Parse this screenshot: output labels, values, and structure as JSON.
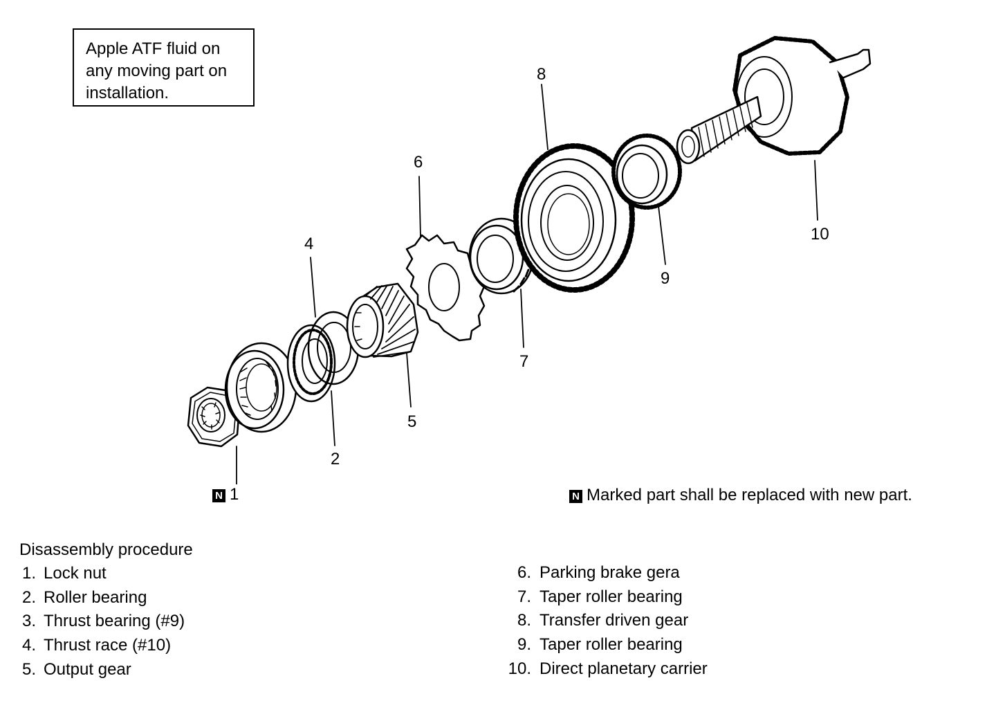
{
  "note": {
    "lines": [
      "Apple ATF fluid on",
      "any moving part on",
      "installation."
    ]
  },
  "callouts": {
    "c1": "1",
    "c2": "2",
    "c4": "4",
    "c5": "5",
    "c6": "6",
    "c7": "7",
    "c8": "8",
    "c9": "9",
    "c10": "10"
  },
  "new_part_badge": "N",
  "legend_text": "Marked part shall be replaced with new part.",
  "procedure": {
    "title": "Disassembly procedure",
    "items": [
      {
        "num": "1.",
        "label": "Lock nut"
      },
      {
        "num": "2.",
        "label": "Roller bearing"
      },
      {
        "num": "3.",
        "label": "Thrust bearing (#9)"
      },
      {
        "num": "4.",
        "label": "Thrust race (#10)"
      },
      {
        "num": "5.",
        "label": "Output gear"
      },
      {
        "num": "6.",
        "label": "Parking brake gera"
      },
      {
        "num": "7.",
        "label": "Taper roller bearing"
      },
      {
        "num": "8.",
        "label": "Transfer driven gear"
      },
      {
        "num": "9.",
        "label": "Taper roller bearing"
      },
      {
        "num": "10.",
        "label": "Direct planetary carrier"
      }
    ]
  },
  "colors": {
    "ink": "#000000",
    "paper": "#ffffff"
  }
}
